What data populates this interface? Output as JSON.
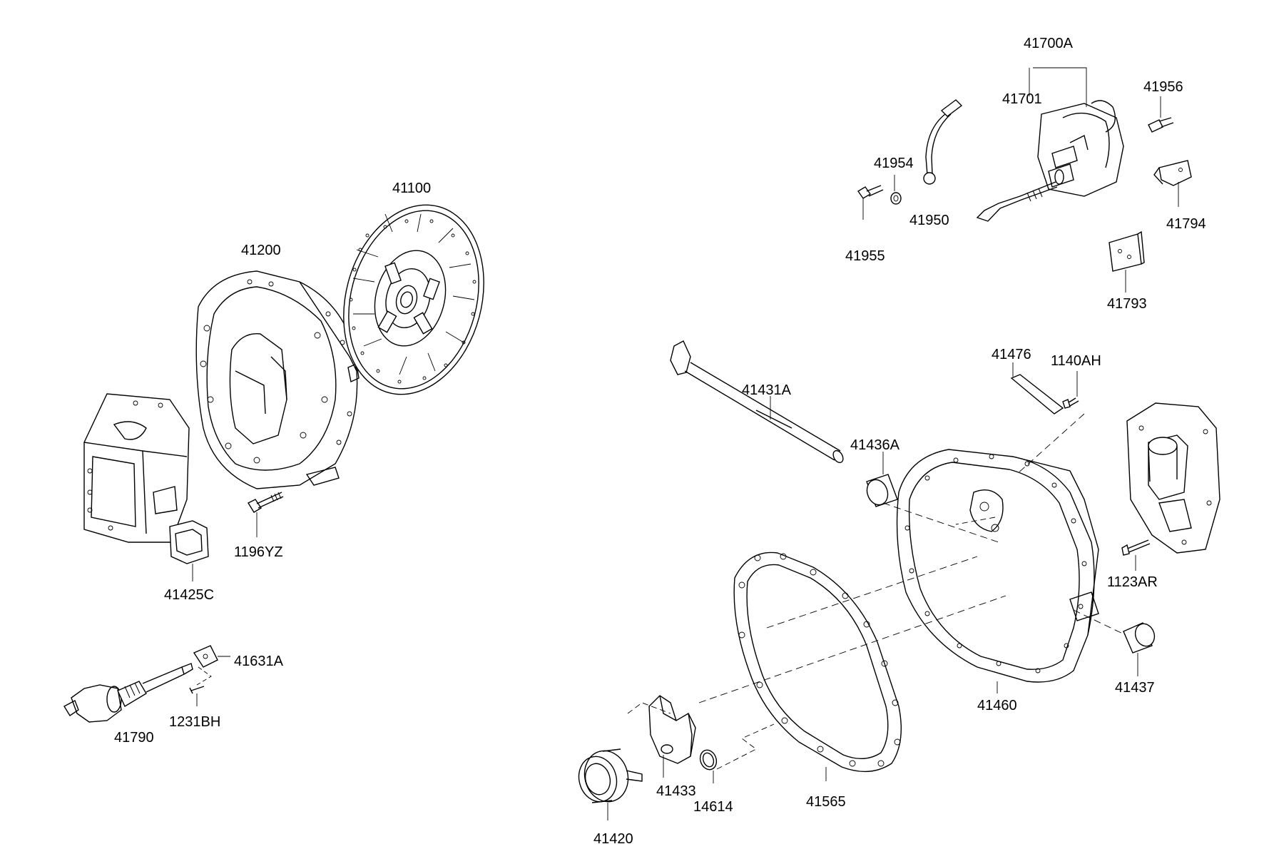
{
  "diagram": {
    "labels": {
      "p41700A": "41700A",
      "p41701": "41701",
      "p41956": "41956",
      "p41954": "41954",
      "p41950": "41950",
      "p41955": "41955",
      "p41794": "41794",
      "p41793": "41793",
      "p41100": "41100",
      "p41200": "41200",
      "p1196YZ": "1196YZ",
      "p41425C": "41425C",
      "p41631A": "41631A",
      "p1231BH": "1231BH",
      "p41790": "41790",
      "p41431A": "41431A",
      "p41476": "41476",
      "p1140AH": "1140AH",
      "p41436A": "41436A",
      "p1123AR": "1123AR",
      "p41437": "41437",
      "p41460": "41460",
      "p41565": "41565",
      "p41433": "41433",
      "p14614": "14614",
      "p41420": "41420"
    }
  }
}
